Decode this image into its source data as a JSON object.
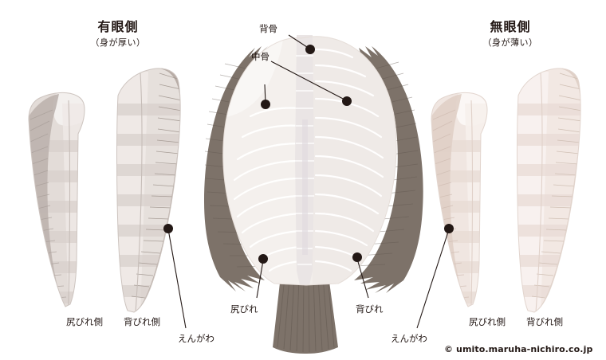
{
  "figure": {
    "title_left": "有眼側",
    "subtitle_left": "（身が厚い）",
    "title_right": "無眼側",
    "subtitle_right": "（身が薄い）",
    "copyright": "© umito.maruha-nichiro.co.jp"
  },
  "callouts": {
    "sebone": "背骨",
    "nakabone": "中骨",
    "shirihire": "尻びれ",
    "sebire": "背びれ"
  },
  "left_group": {
    "fillet_a_label": "尻びれ側",
    "fillet_b_label": "背びれ側",
    "engawa_label": "えんがわ"
  },
  "right_group": {
    "fillet_a_label": "尻びれ側",
    "fillet_b_label": "背びれ側",
    "engawa_label": "えんがわ"
  },
  "colors": {
    "background": "#ffffff",
    "text": "#231815",
    "fin_brown": "#7d7269",
    "fin_brown_dark": "#6d6259",
    "body_light": "#f3efec",
    "body_mid": "#ece6e2",
    "body_shadow": "#e3dcd7",
    "bone_band": "#eae6e6",
    "fillet_eyed_light": "#eae4e1",
    "fillet_eyed_mid": "#ddd5d2",
    "fillet_eyed_dark": "#c9c0bc",
    "fillet_blind_light": "#f4ece8",
    "fillet_blind_mid": "#ebe0da",
    "fillet_blind_dark": "#ddcec6",
    "leader_line": "#231815",
    "dot": "#231815"
  }
}
